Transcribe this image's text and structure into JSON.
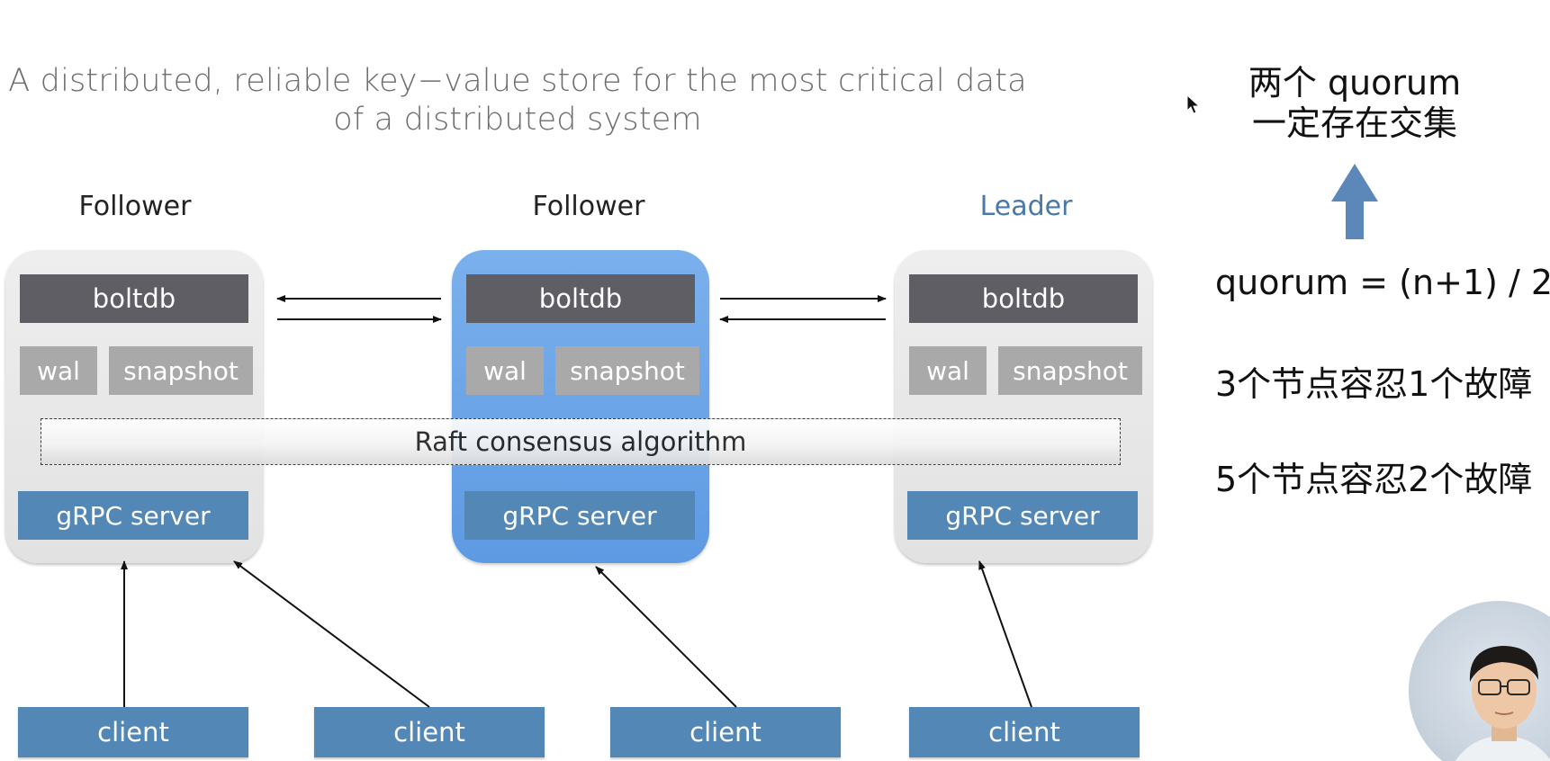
{
  "title": {
    "line1": "A distributed, reliable key−value store for the most critical data",
    "line2": "of a distributed system"
  },
  "nodes": [
    {
      "role": "Follower",
      "boltdb": "boltdb",
      "wal": "wal",
      "snapshot": "snapshot",
      "grpc": "gRPC server",
      "highlighted": false
    },
    {
      "role": "Follower",
      "boltdb": "boltdb",
      "wal": "wal",
      "snapshot": "snapshot",
      "grpc": "gRPC server",
      "highlighted": true
    },
    {
      "role": "Leader",
      "boltdb": "boltdb",
      "wal": "wal",
      "snapshot": "snapshot",
      "grpc": "gRPC server",
      "highlighted": false
    }
  ],
  "raft": "Raft consensus algorithm",
  "clients": [
    "client",
    "client",
    "client",
    "client"
  ],
  "notes": {
    "intersection_line1": "两个 quorum",
    "intersection_line2": "一定存在交集",
    "formula": "quorum = (n+1) / 2",
    "tolerance_3": "3个节点容忍1个故障",
    "tolerance_5": "5个节点容忍2个故障"
  },
  "colors": {
    "leader_label": "#4a78a8",
    "active_node": "#6ea6e8",
    "node_grey": "#e8e8e8",
    "boltdb": "#5e5e64",
    "storage_grey": "#a9a9aa",
    "blue_box": "#5387b6",
    "arrow_up": "#5b88b8"
  }
}
